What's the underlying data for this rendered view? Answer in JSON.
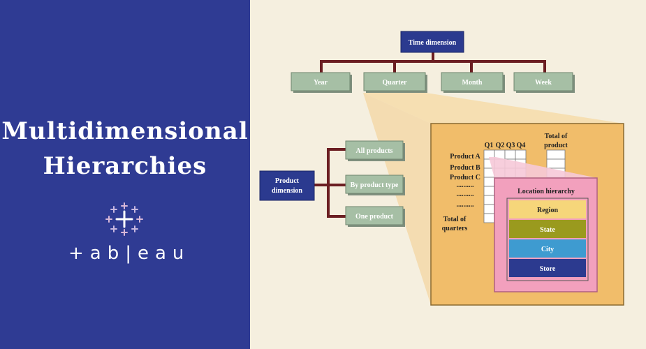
{
  "banner": {
    "title_line1": "Multidimensional",
    "title_line2": "Hierarchies",
    "logo_text": "+ab|eau"
  },
  "diagram": {
    "time_dimension": "Time dimension",
    "time_children": [
      "Year",
      "Quarter",
      "Month",
      "Week"
    ],
    "product_dimension_line1": "Product",
    "product_dimension_line2": "dimension",
    "product_children": [
      "All products",
      "By product type",
      "One product"
    ],
    "quarter_headers": [
      "Q1",
      "Q2",
      "Q3",
      "Q4"
    ],
    "total_of_product_line1": "Total of",
    "total_of_product_line2": "product",
    "product_rows": [
      "Product A",
      "Product B",
      "Product C",
      "..........",
      "..........",
      ".........."
    ],
    "total_quarters_line1": "Total of",
    "total_quarters_line2": "quarters",
    "location_hierarchy": "Location hierarchy",
    "location_levels": [
      "Region",
      "State",
      "City",
      "Store"
    ]
  },
  "colors": {
    "banner_bg": "#2f3b93",
    "right_bg": "#f5efdf",
    "dimension_box": "#2b3a8f",
    "child_box": "#a6bfa5",
    "connector": "#6b1e22",
    "zoom_panel": "#f1bd6a",
    "location_panel": "#f2a0bd",
    "region": "#f6d67a",
    "state": "#9a9a1e",
    "city": "#3e9bd0",
    "store": "#2c3a8f"
  }
}
